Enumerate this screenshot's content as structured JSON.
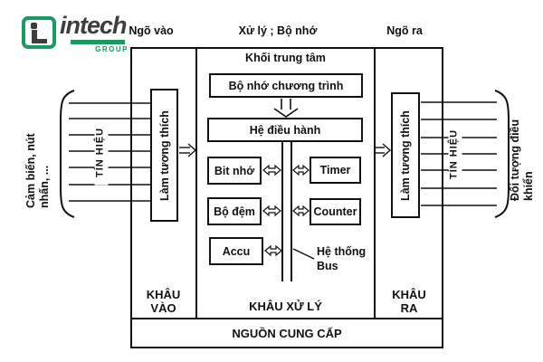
{
  "logo": {
    "wordmark": "intech",
    "group": "GROUP"
  },
  "header_labels": {
    "input": "Ngõ vào",
    "process": "Xử lý ; Bộ nhớ",
    "output": "Ngõ ra"
  },
  "input_side": {
    "devices_line1": "Cảm biến, nút",
    "devices_line2": "nhấn, ...",
    "signal": "TÍN HIỆU",
    "adapter": "Làm tương thích",
    "section_line1": "KHÂU",
    "section_line2": "VÀO"
  },
  "central": {
    "header": "Khối trung tâm",
    "program_memory": "Bộ nhớ chương trình",
    "operating_system": "Hệ điều hành",
    "bit_memory": "Bit nhớ",
    "buffer": "Bộ đệm",
    "accumulator": "Accu",
    "timer": "Timer",
    "counter": "Counter",
    "bus_label_line1": "Hệ thống",
    "bus_label_line2": "Bus",
    "section": "KHÂU XỬ LÝ"
  },
  "output_side": {
    "target_line1": "Đối tượng điều",
    "target_line2": "khiển",
    "signal": "TÍN HIỆU",
    "adapter": "Làm tương thích",
    "section_line1": "KHÂU",
    "section_line2": "RA"
  },
  "power": {
    "label": "NGUỒN CUNG CẤP"
  },
  "colors": {
    "line": "#111111",
    "logo_green": "#199a62",
    "logo_dark": "#3d3d3d",
    "background": "#ffffff"
  }
}
